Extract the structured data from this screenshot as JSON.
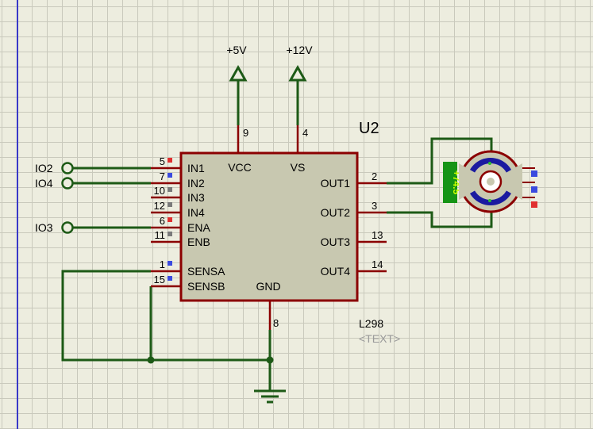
{
  "component": {
    "ref": "U2",
    "part": "L298",
    "text_placeholder": "<TEXT>"
  },
  "power": {
    "vcc_label": "+5V",
    "vs_label": "+12V"
  },
  "pins_left": [
    {
      "num": "5",
      "name": "IN1",
      "marker": "red"
    },
    {
      "num": "7",
      "name": "IN2",
      "marker": "blue"
    },
    {
      "num": "10",
      "name": "IN3",
      "marker": "gray"
    },
    {
      "num": "12",
      "name": "IN4",
      "marker": "gray"
    },
    {
      "num": "6",
      "name": "ENA",
      "marker": "red"
    },
    {
      "num": "11",
      "name": "ENB",
      "marker": "gray"
    },
    {
      "num": "1",
      "name": "SENSA",
      "marker": "blue"
    },
    {
      "num": "15",
      "name": "SENSB",
      "marker": "blue"
    }
  ],
  "pins_right": [
    {
      "num": "2",
      "name": "OUT1"
    },
    {
      "num": "3",
      "name": "OUT2"
    },
    {
      "num": "13",
      "name": "OUT3"
    },
    {
      "num": "14",
      "name": "OUT4"
    }
  ],
  "pins_top": [
    {
      "num": "9",
      "name": "VCC"
    },
    {
      "num": "4",
      "name": "VS"
    }
  ],
  "pins_bottom": [
    {
      "num": "8",
      "name": "GND"
    }
  ],
  "terminals": {
    "io2": "IO2",
    "io4": "IO4",
    "io3": "IO3"
  },
  "motor": {
    "speed_readout": "+74.5"
  },
  "colors": {
    "wire": "#1d5a16",
    "pin": "#8b0000",
    "chip_fill": "#c8c8b0",
    "motor_blue": "#1a1aa0",
    "readout_bg": "#159415",
    "readout_text": "#c8ff00"
  }
}
